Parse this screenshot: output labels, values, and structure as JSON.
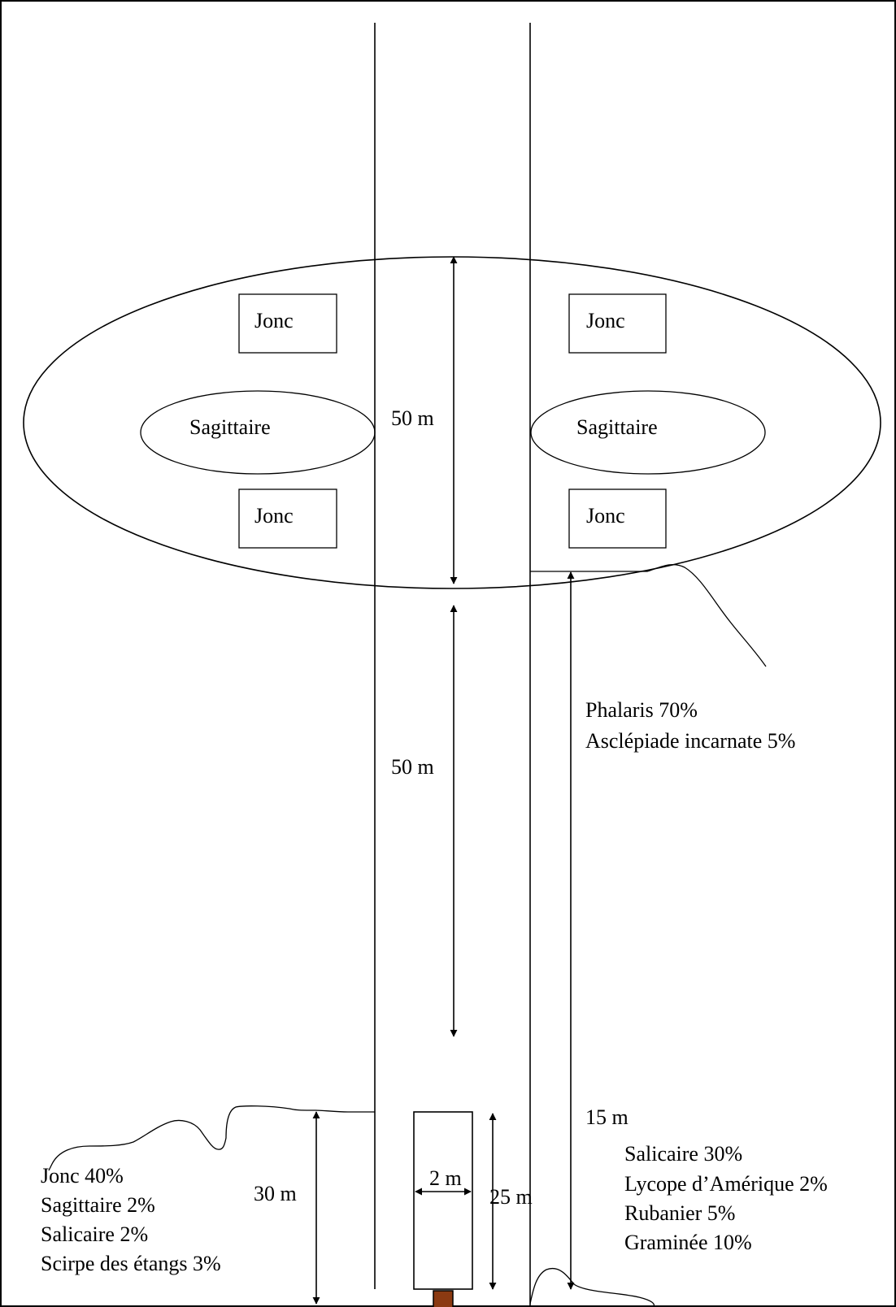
{
  "diagram": {
    "zone_labels": {
      "jonc_top_left": "Jonc",
      "jonc_top_right": "Jonc",
      "jonc_bottom_left": "Jonc",
      "jonc_bottom_right": "Jonc",
      "sagittaire_left": "Sagittaire",
      "sagittaire_right": "Sagittaire"
    },
    "measurements": {
      "ellipse_height": "50 m",
      "middle_length": "50 m",
      "right_offset": "15 m",
      "left_offset": "30 m",
      "box_width": "2 m",
      "box_length": "25 m"
    },
    "vegetation_middle_right": [
      "Phalaris 70%",
      "Asclépiade incarnate 5%"
    ],
    "vegetation_bottom_right": [
      "Salicaire 30%",
      "Lycope d’Amérique 2%",
      "Rubanier 5%",
      "Graminée 10%"
    ],
    "vegetation_bottom_left": [
      "Jonc 40%",
      "Sagittaire 2%",
      "Salicaire 2%",
      "Scirpe des étangs 3%"
    ],
    "colors": {
      "line": "#000000",
      "post": "#8b3a12",
      "background": "#ffffff"
    }
  }
}
